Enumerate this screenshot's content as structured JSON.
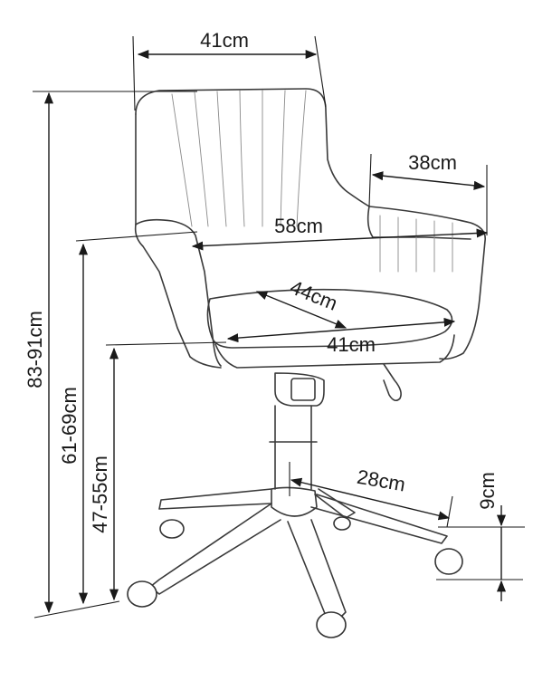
{
  "diagram": {
    "subject": "office swivel chair",
    "dimensions": {
      "top_width": "41cm",
      "armrest_depth": "38cm",
      "overall_width": "58cm",
      "seat_depth": "44cm",
      "seat_width": "41cm",
      "overall_height": "83-91cm",
      "armrest_height": "61-69cm",
      "seat_height": "47-55cm",
      "base_radius": "28cm",
      "wheel_height": "9cm"
    }
  }
}
